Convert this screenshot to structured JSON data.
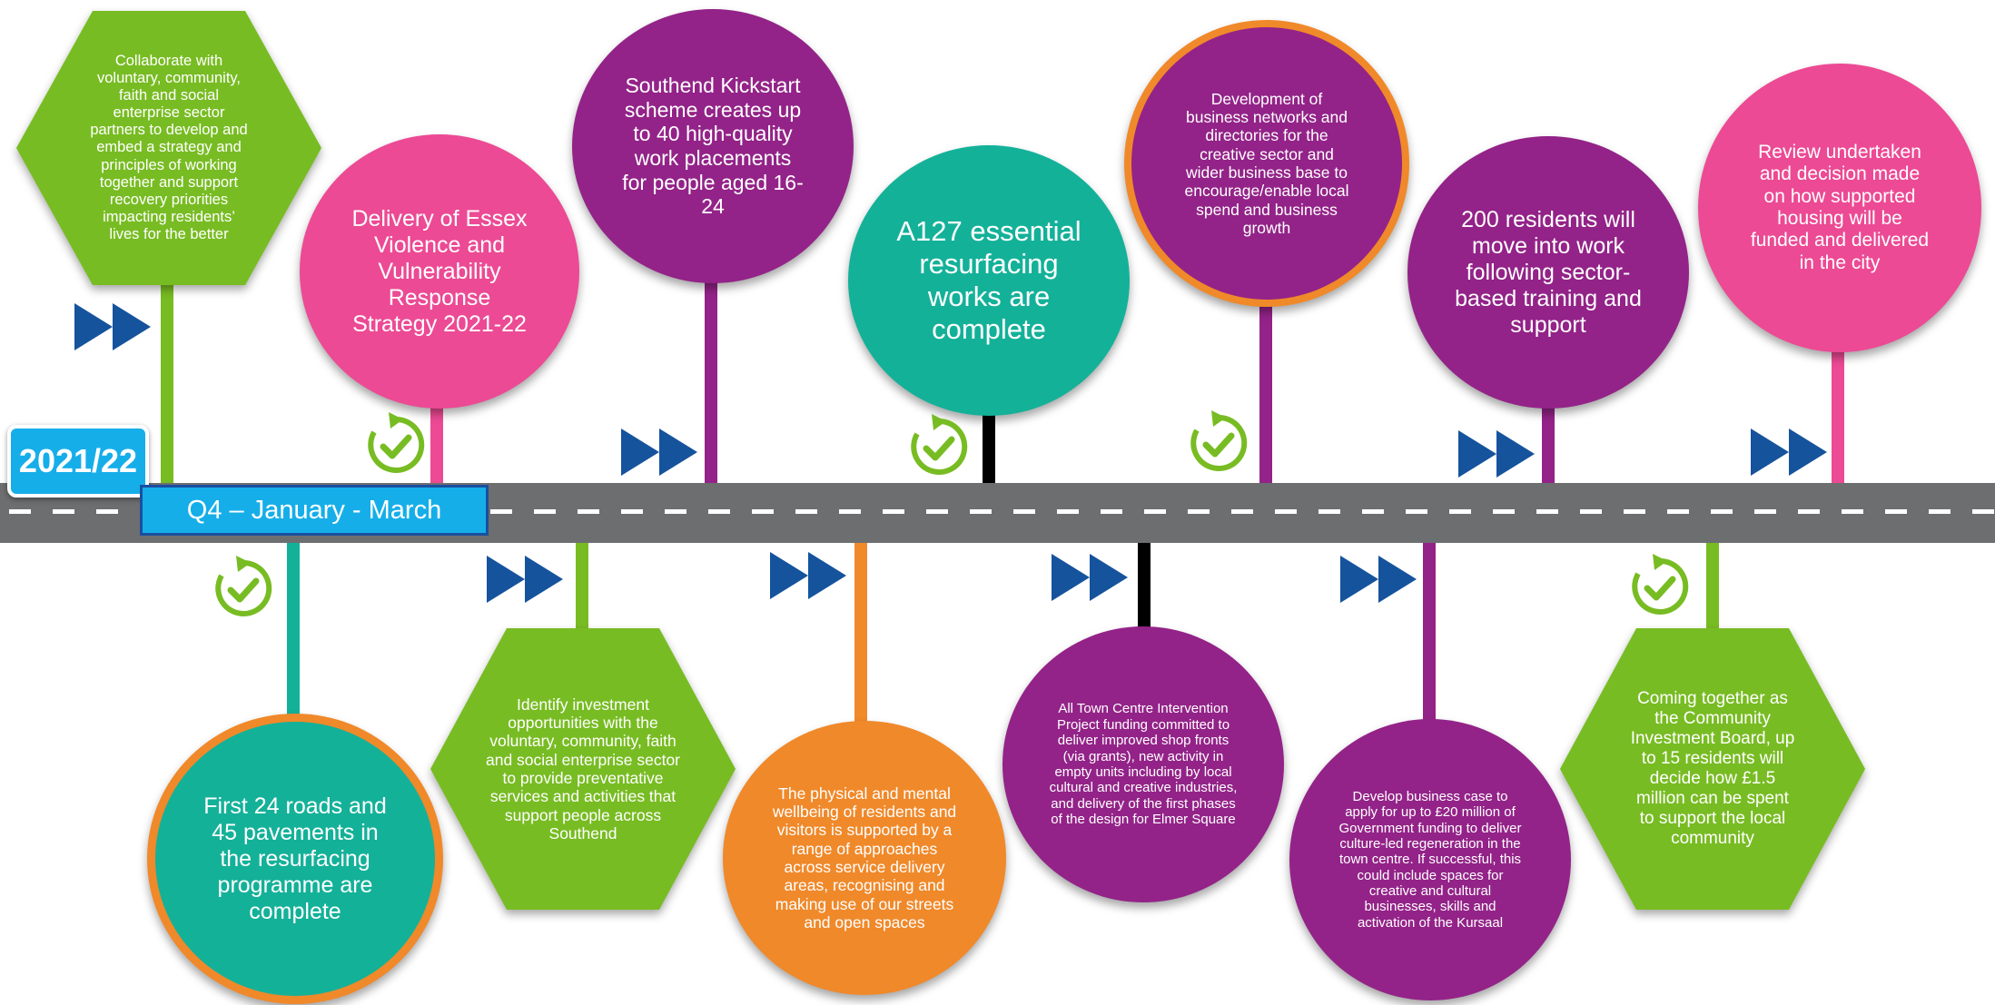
{
  "timeline": {
    "year_label": "2021/22",
    "quarter_label": "Q4 – January - March"
  },
  "colors": {
    "green": "#78bc23",
    "pink": "#ec4a94",
    "purple": "#932388",
    "teal": "#14b199",
    "orange": "#f0892a",
    "road": "#6d6e70",
    "blue": "#16aee9",
    "navy_arrow": "#15539d"
  },
  "icons": {
    "in_progress": "fast-forward-icon",
    "complete": "refresh-check-icon"
  },
  "milestones_top": [
    {
      "text": "Collaborate with voluntary, community, faith and social enterprise sector partners to develop and embed a strategy and principles of working together and support recovery priorities impacting residents’ lives for the better",
      "status": "in-progress"
    },
    {
      "text": "Delivery of Essex Violence and Vulnerability Response Strategy 2021-22",
      "status": "complete"
    },
    {
      "text": "Southend Kickstart scheme creates up to 40 high-quality work placements for people aged 16-24",
      "status": "in-progress"
    },
    {
      "text": "A127 essential resurfacing works are complete",
      "status": "complete"
    },
    {
      "text": "Development of business networks and directories for the creative sector and wider business base to encourage/enable local spend and business growth",
      "status": "complete"
    },
    {
      "text": "200 residents will move into work following sector-based training and support",
      "status": "in-progress"
    },
    {
      "text": "Review undertaken and decision made on how supported housing will be funded and delivered in the city",
      "status": "in-progress"
    }
  ],
  "milestones_bottom": [
    {
      "text": "First 24 roads and 45 pavements in the resurfacing programme are complete",
      "status": "complete"
    },
    {
      "text": "Identify investment opportunities with the voluntary, community, faith and social enterprise sector to provide preventative services and activities that support people across Southend",
      "status": "in-progress"
    },
    {
      "text": "The physical and mental wellbeing of residents and visitors is supported by a range of approaches across service delivery areas, recognising and making use of our streets and open spaces",
      "status": "in-progress"
    },
    {
      "text": "All Town Centre Intervention Project funding committed to deliver improved shop fronts (via grants), new activity in empty units including by local cultural and creative industries, and delivery of the first phases of the design for Elmer Square",
      "status": "in-progress"
    },
    {
      "text": "Develop business case to apply for up to £20 million of Government funding to deliver culture-led regeneration in the town centre. If successful, this could include spaces for creative and cultural businesses, skills and activation of the Kursaal",
      "status": "in-progress"
    },
    {
      "text": "Coming together as the Community Investment Board, up to 15 residents will decide how £1.5 million can be spent to support the local community",
      "status": "complete"
    }
  ]
}
